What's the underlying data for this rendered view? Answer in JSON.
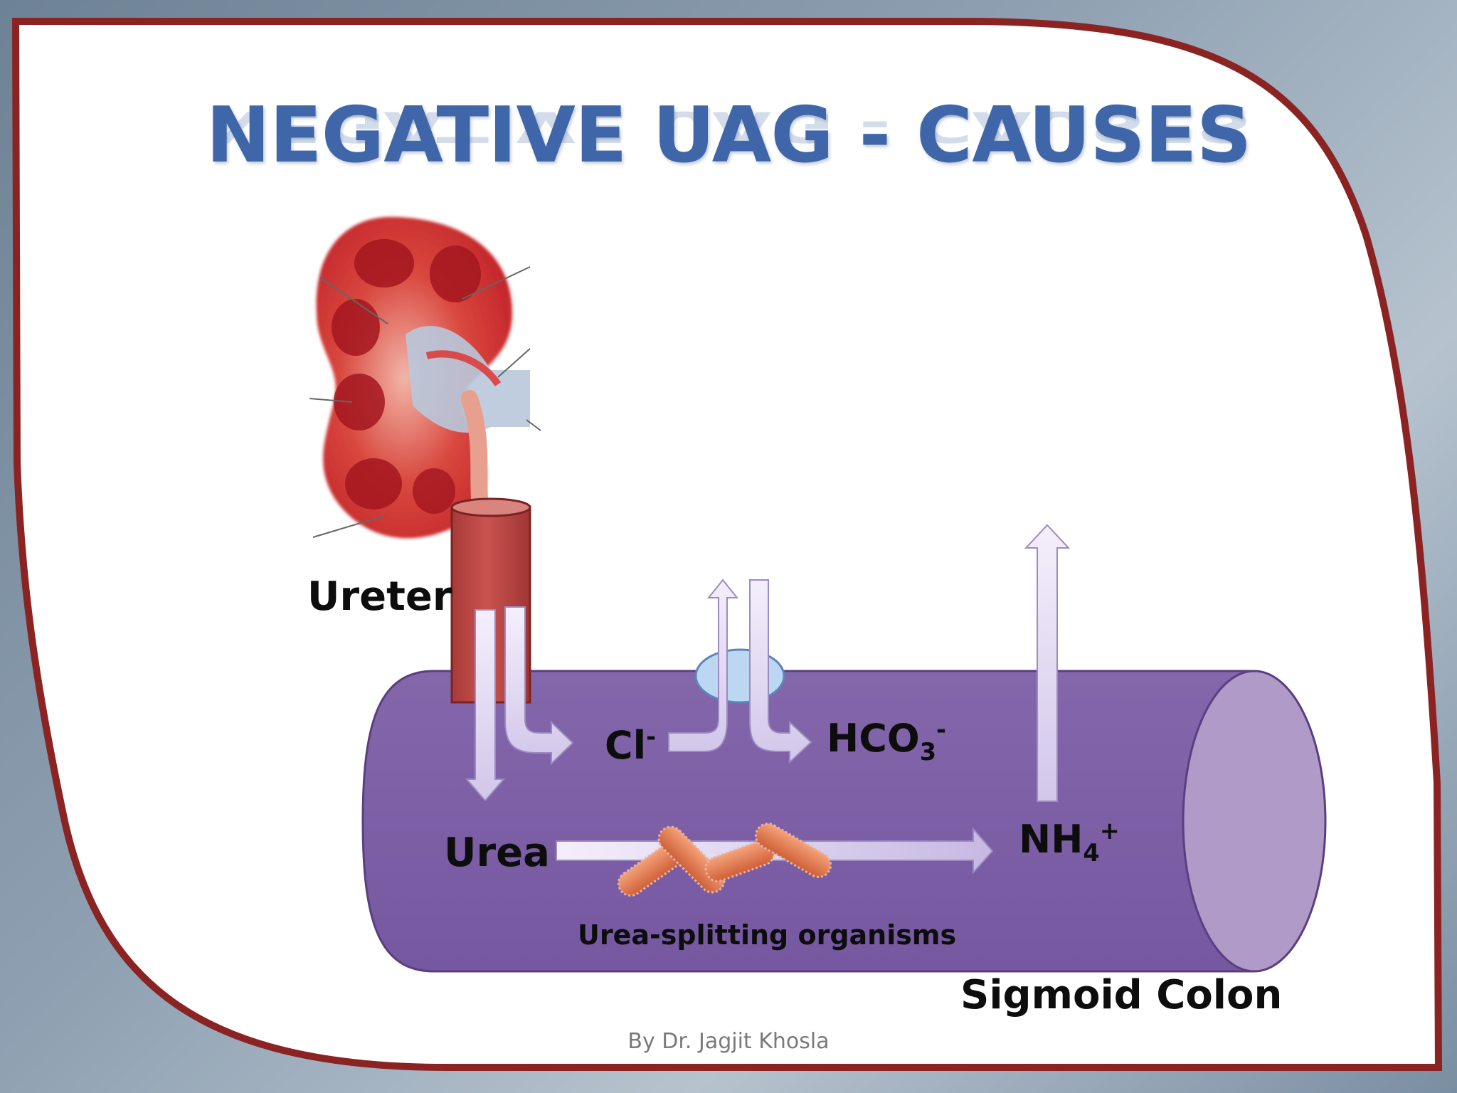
{
  "title": "NEGATIVE UAG - CAUSES",
  "labels": {
    "ureter": "Ureter",
    "cl": "Cl",
    "cl_charge": "-",
    "hco3_base": "HCO",
    "hco3_sub": "3",
    "hco3_charge": "-",
    "urea": "Urea",
    "nh4_base": "NH",
    "nh4_sub": "4",
    "nh4_charge": "+",
    "organisms": "Urea-splitting organisms",
    "colon": "Sigmoid Colon"
  },
  "footer": "By Dr. Jagjit Khosla",
  "colors": {
    "frame": "#8b2323",
    "title": "#3e66a8",
    "colon_body": "#7d5fa3",
    "colon_end": "#b09ac8",
    "ureter": "#c0504d",
    "arrow": "#ddd3ef",
    "bacteria": "#e07a4f",
    "kidney": "#c0242a"
  }
}
